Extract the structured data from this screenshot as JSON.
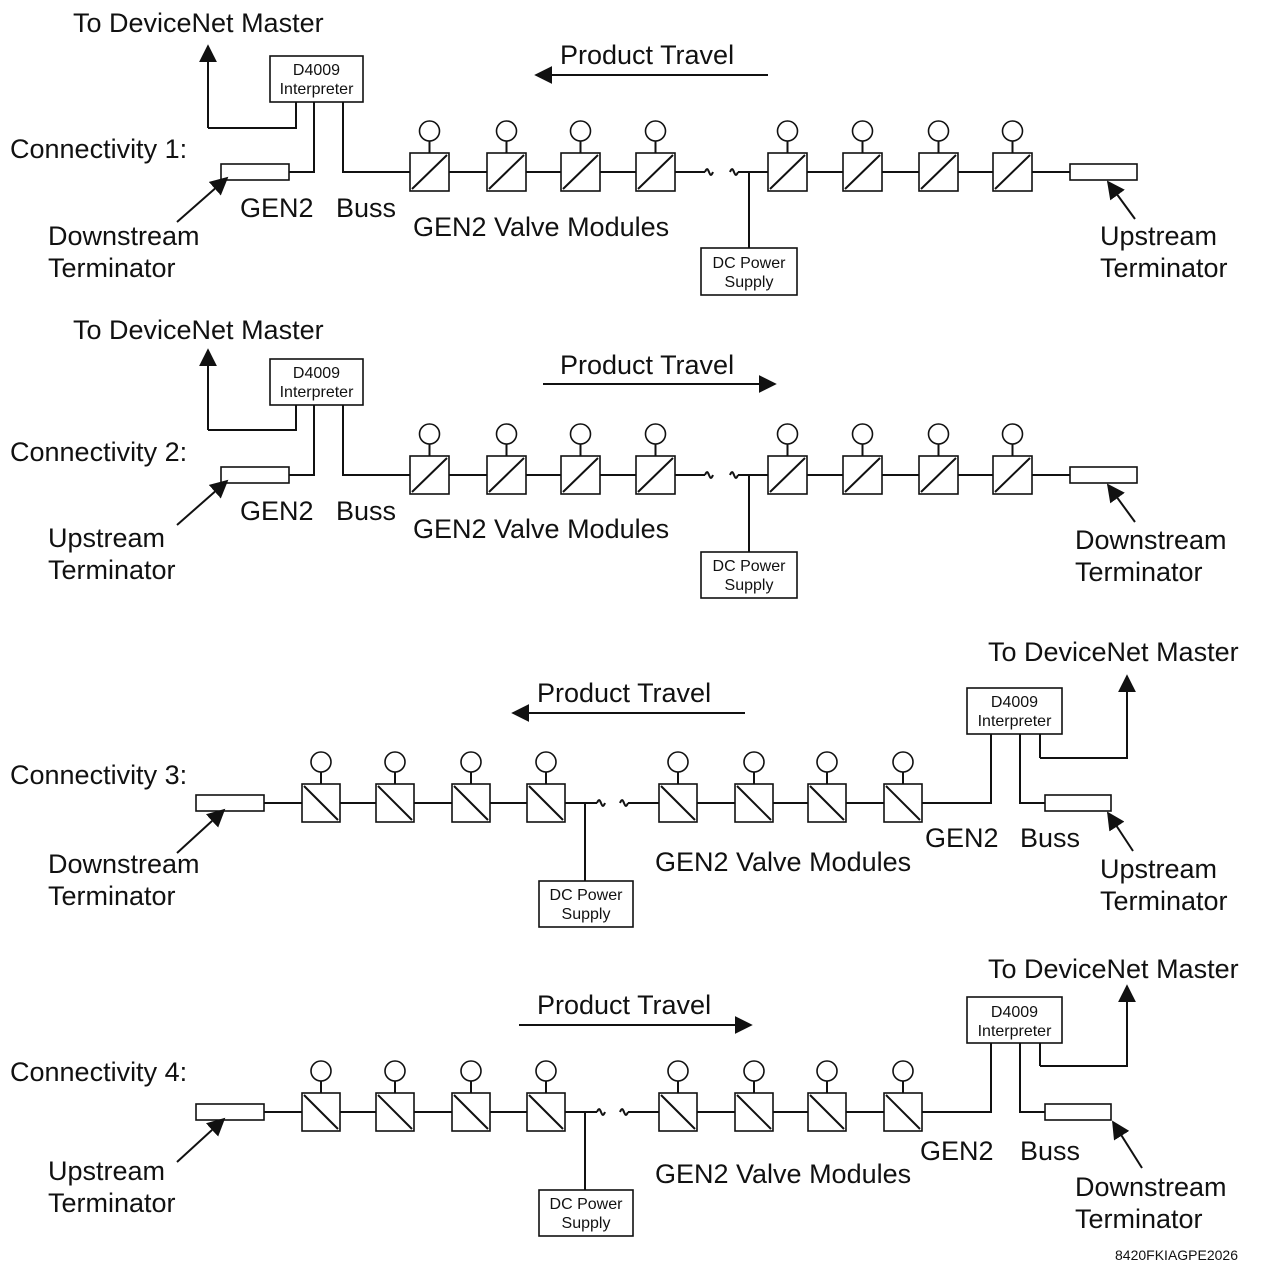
{
  "diagrams": [
    {
      "connectivity_label": "Connectivity 1:",
      "product_travel": "Product Travel",
      "to_master": "To DeviceNet Master",
      "interpreter_line1": "D4009",
      "interpreter_line2": "Interpreter",
      "buss_gen2": "GEN2",
      "buss_label": "Buss",
      "valve_modules": "GEN2 Valve Modules",
      "power_line1": "DC Power",
      "power_line2": "Supply",
      "left_terminator_1": "Downstream",
      "left_terminator_2": "Terminator",
      "right_terminator_1": "Upstream",
      "right_terminator_2": "Terminator"
    },
    {
      "connectivity_label": "Connectivity 2:",
      "product_travel": "Product Travel",
      "to_master": "To DeviceNet Master",
      "interpreter_line1": "D4009",
      "interpreter_line2": "Interpreter",
      "buss_gen2": "GEN2",
      "buss_label": "Buss",
      "valve_modules": "GEN2 Valve Modules",
      "power_line1": "DC Power",
      "power_line2": "Supply",
      "left_terminator_1": "Upstream",
      "left_terminator_2": "Terminator",
      "right_terminator_1": "Downstream",
      "right_terminator_2": "Terminator"
    },
    {
      "connectivity_label": "Connectivity 3:",
      "product_travel": "Product Travel",
      "to_master": "To DeviceNet Master",
      "interpreter_line1": "D4009",
      "interpreter_line2": "Interpreter",
      "buss_gen2": "GEN2",
      "buss_label": "Buss",
      "valve_modules": "GEN2 Valve Modules",
      "power_line1": "DC Power",
      "power_line2": "Supply",
      "left_terminator_1": "Downstream",
      "left_terminator_2": "Terminator",
      "right_terminator_1": "Upstream",
      "right_terminator_2": "Terminator"
    },
    {
      "connectivity_label": "Connectivity 4:",
      "product_travel": "Product Travel",
      "to_master": "To DeviceNet Master",
      "interpreter_line1": "D4009",
      "interpreter_line2": "Interpreter",
      "buss_gen2": "GEN2",
      "buss_label": "Buss",
      "valve_modules": "GEN2 Valve Modules",
      "power_line1": "DC Power",
      "power_line2": "Supply",
      "left_terminator_1": "Upstream",
      "left_terminator_2": "Terminator",
      "right_terminator_1": "Downstream",
      "right_terminator_2": "Terminator"
    }
  ],
  "figure_code": "8420FKIAGPE2026"
}
